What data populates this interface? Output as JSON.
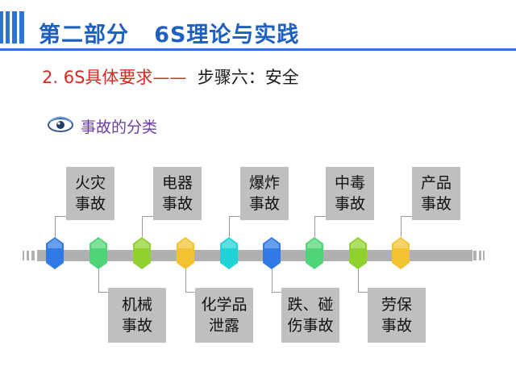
{
  "header": {
    "title": "第二部分   6S理论与实践"
  },
  "subtitle": {
    "number": "2. ",
    "topic": "6S具体要求——",
    "step": "  步骤六：安全"
  },
  "section": {
    "icon": "eye-bullet-icon",
    "label": "事故的分类"
  },
  "categories": [
    {
      "label": "火灾\n事故",
      "position": "above",
      "color": "#2f7ae5"
    },
    {
      "label": "机械\n事故",
      "position": "below",
      "color": "#4fd477"
    },
    {
      "label": "电器\n事故",
      "position": "above",
      "color": "#8fd12e"
    },
    {
      "label": "化学品\n泄露",
      "position": "below",
      "color": "#f2c233"
    },
    {
      "label": "爆炸\n事故",
      "position": "above",
      "color": "#1fd3d6"
    },
    {
      "label": "跌、碰\n伤事故",
      "position": "below",
      "color": "#2f7ae5"
    },
    {
      "label": "中毒\n事故",
      "position": "above",
      "color": "#4fd477"
    },
    {
      "label": "劳保\n事故",
      "position": "below",
      "color": "#8fd12e"
    },
    {
      "label": "产品\n事故",
      "position": "above",
      "color": "#f2c233"
    }
  ],
  "colors": {
    "brand_blue": "#2e74d6",
    "title_blue": "#1f5fbf",
    "number_red": "#d9281e",
    "section_purple": "#6b3fa0",
    "box_gray": "#bfbfbf",
    "track_gray": "#b0b0b0"
  }
}
